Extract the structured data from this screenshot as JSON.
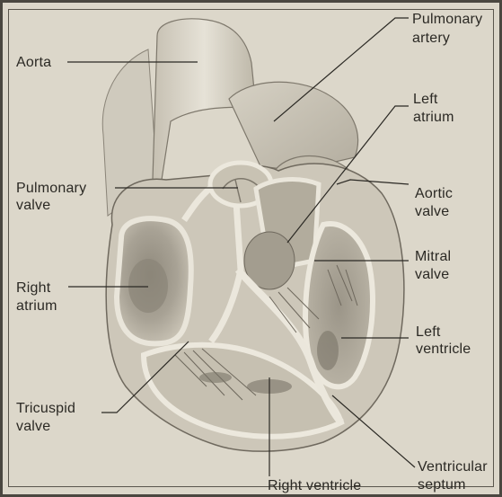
{
  "labels": {
    "aorta": "Aorta",
    "pulmonary_artery_1": "Pulmonary",
    "pulmonary_artery_2": "artery",
    "left_atrium_1": "Left",
    "left_atrium_2": "atrium",
    "pulmonary_valve_1": "Pulmonary",
    "pulmonary_valve_2": "valve",
    "aortic_valve_1": "Aortic",
    "aortic_valve_2": "valve",
    "mitral_valve_1": "Mitral",
    "mitral_valve_2": "valve",
    "right_atrium_1": "Right",
    "right_atrium_2": "atrium",
    "left_ventricle_1": "Left",
    "left_ventricle_2": "ventricle",
    "tricuspid_valve_1": "Tricuspid",
    "tricuspid_valve_2": "valve",
    "right_ventricle": "Right ventricle",
    "ventricular_septum_1": "Ventricular",
    "ventricular_septum_2": "septum"
  },
  "colors": {
    "background": "#dcd7ca",
    "tissue_light": "#ece8dd",
    "tissue_mid": "#b9b3a4",
    "tissue_dark": "#8d877a",
    "ink": "#2b2924"
  }
}
